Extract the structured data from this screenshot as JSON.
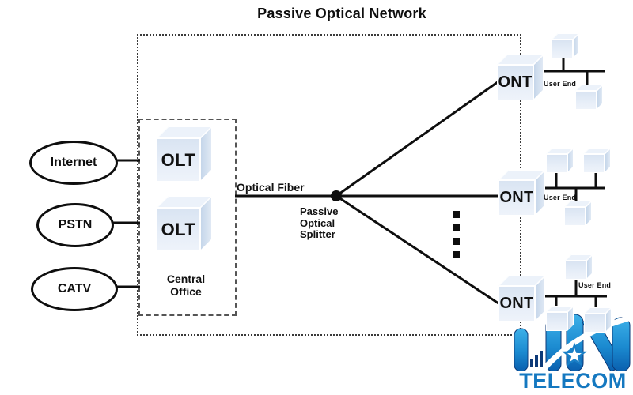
{
  "title": "Passive Optical Network",
  "sources": [
    {
      "label": "Internet"
    },
    {
      "label": "PSTN"
    },
    {
      "label": "CATV"
    }
  ],
  "central_office": {
    "label": "Central\nOffice",
    "olts": [
      {
        "label": "OLT"
      },
      {
        "label": "OLT"
      }
    ]
  },
  "links": {
    "fiber_label": "Optical Fiber",
    "splitter_label": "Passive\nOptical\nSplitter"
  },
  "onts": [
    {
      "label": "ONT",
      "user_end_label": "User End"
    },
    {
      "label": "ONT",
      "user_end_label": "User End"
    },
    {
      "label": "ONT",
      "user_end_label": "User End"
    }
  ],
  "logo": {
    "text": "TELECOM"
  },
  "colors": {
    "line": "#0e0e0e",
    "cube_front": "#dde7f4",
    "cube_top": "#ecf2fa",
    "cube_side": "#c5d6ea",
    "logo_blue": "#1b8ad0",
    "logo_dark": "#0d3a78",
    "logo_text": "#1478c0"
  }
}
